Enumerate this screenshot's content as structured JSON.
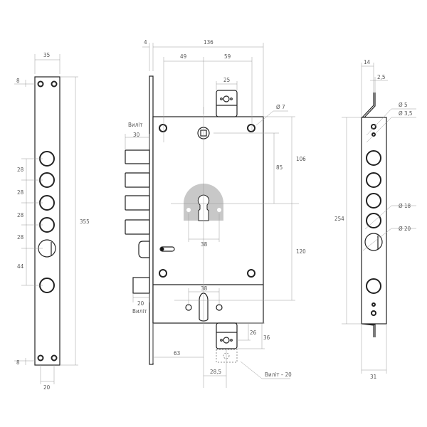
{
  "left_strip": {
    "width": "35",
    "height": "355",
    "offset_top": "8",
    "offset_bottom": "8",
    "spacing": [
      "28",
      "28",
      "28",
      "28",
      "44"
    ],
    "hole_gap": "20"
  },
  "main": {
    "faceplate": "4",
    "width": "136",
    "left_half": "49",
    "right_half": "59",
    "tab": "25",
    "hole_dia": "Ø 7",
    "bolt_label": "Виліт",
    "bolt_throw": "30",
    "lower_throw": "20",
    "lower_label": "Виліт",
    "h_top": "106",
    "h_spindle": "85",
    "h_bottom": "120",
    "cyl_spacing_top": "38",
    "cyl_spacing_bottom": "38",
    "tab_26": "26",
    "tab_36": "36",
    "backset": "63",
    "tab_offset": "28,5",
    "tab_ext": "Виліт – 20"
  },
  "right_strip": {
    "offset": "14",
    "thickness": "2,5",
    "d5": "Ø 5",
    "d35": "Ø 3,5",
    "d18": "Ø 18",
    "d20": "Ø 20",
    "height": "254",
    "width": "31"
  },
  "colors": {
    "line": "#222222",
    "dim": "#999999",
    "shield": "#c8c8c8"
  }
}
